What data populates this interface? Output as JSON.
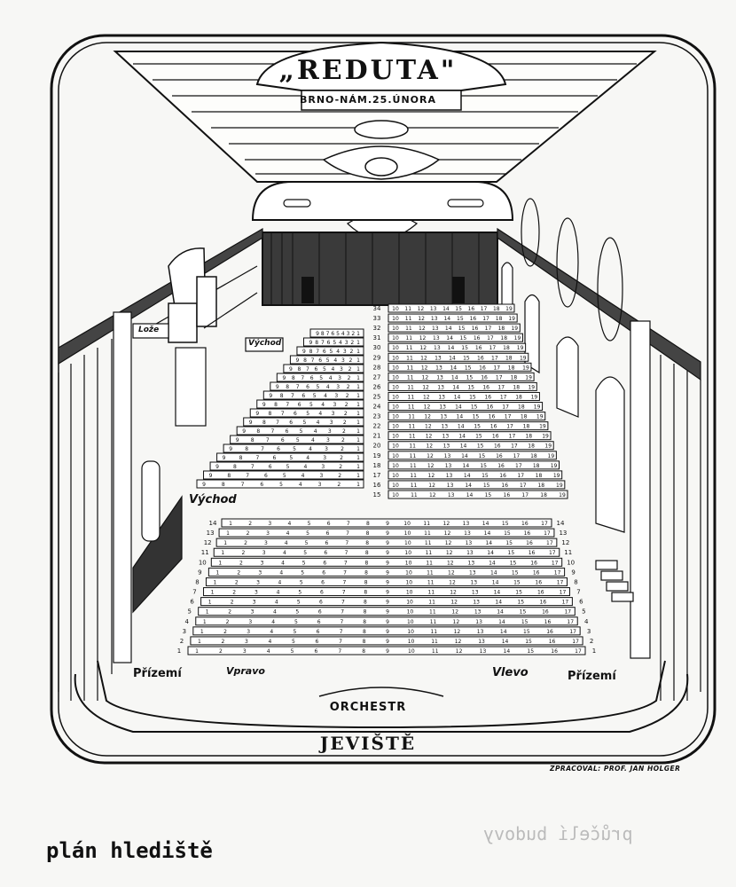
{
  "header": {
    "title": "„REDUTA\"",
    "address": "BRNO-NÁM.25.ÚNORA"
  },
  "labels": {
    "box": "Lože",
    "exit_top": "Východ",
    "exit_mid": "Východ",
    "ground_left": "Přízemí",
    "ground_right": "Přízemí",
    "right_side": "Vpravo",
    "left_side": "Vlevo",
    "orchestra": "ORCHESTR",
    "stage": "JEVIŠTĚ",
    "credit": "ZPRACOVAL: PROF. JAN HOLGER"
  },
  "footer": {
    "caption": "plán hlediště",
    "mirrored_text": "průčelí budovy"
  },
  "seating": {
    "back_rows": [
      15,
      16,
      17,
      18,
      19,
      20,
      21,
      22,
      23,
      24,
      25,
      26,
      27,
      28,
      29,
      30,
      31,
      32,
      33,
      34
    ],
    "back_right_block_seats": [
      10,
      11,
      12,
      13,
      14,
      15,
      16,
      17,
      18,
      19
    ],
    "back_left_block_seats": [
      1,
      2,
      3,
      4,
      5,
      6,
      7,
      8,
      9
    ],
    "front_rows": [
      1,
      2,
      3,
      4,
      5,
      6,
      7,
      8,
      9,
      10,
      11,
      12,
      13,
      14
    ],
    "front_block_seats": [
      1,
      2,
      3,
      4,
      5,
      6,
      7,
      8,
      9,
      10,
      11,
      12,
      13,
      14,
      15,
      16,
      17
    ]
  },
  "colors": {
    "ink": "#111111",
    "paper": "#f7f7f5",
    "wall_shade": "#333333"
  }
}
